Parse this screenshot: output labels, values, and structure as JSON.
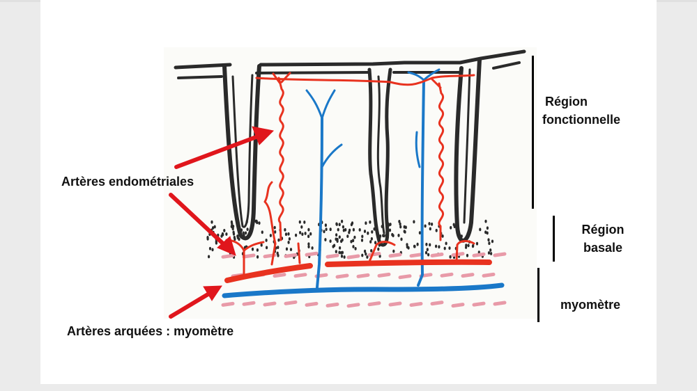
{
  "labels": {
    "arteres_endometriales": "Artères endométriales",
    "arteres_arquees": "Artères arquées : myomètre",
    "region_fonctionnelle_1": "Région",
    "region_fonctionnelle_2": "fonctionnelle",
    "region_basale_1": "Région",
    "region_basale_2": "basale",
    "myometre": "myomètre"
  },
  "colors": {
    "artery": "#e8321f",
    "vein": "#1a78c8",
    "gland": "#2a2a2a",
    "muscle_dash": "#e89aa8",
    "arrow": "#e0161c"
  }
}
